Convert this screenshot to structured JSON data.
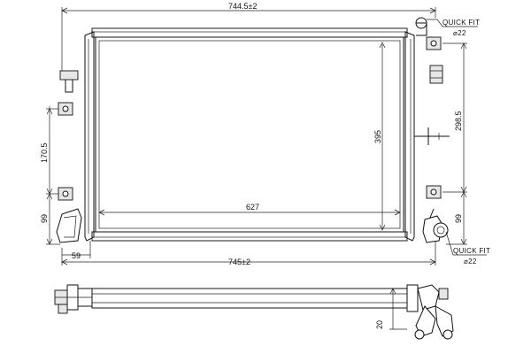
{
  "dimensions": {
    "top_width": "744.5±2",
    "bottom_width": "745±2",
    "core_width": "627",
    "core_height": "395",
    "right_upper": "298.5",
    "right_lower": "99",
    "left_upper": "170.5",
    "left_lower": "99",
    "left_bottom": "59",
    "side_thickness": "20"
  },
  "callouts": {
    "top_fit_label": "QUICK FIT",
    "top_fit_diameter": "⌀22",
    "bottom_fit_label": "QUICK FIT",
    "bottom_fit_diameter": "⌀22"
  }
}
